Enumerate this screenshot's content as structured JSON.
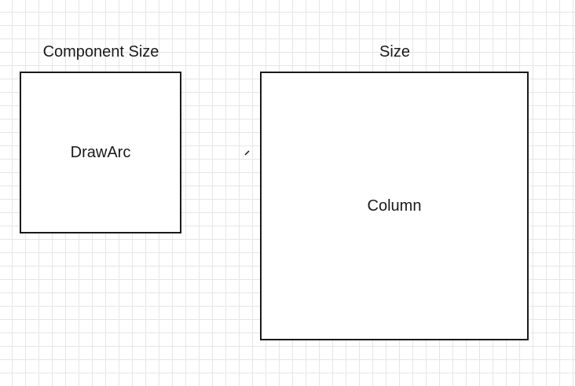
{
  "diagram": {
    "left": {
      "heading": "Component Size",
      "box_text": "DrawArc"
    },
    "right": {
      "heading": "Size",
      "box_text": "Column"
    }
  }
}
